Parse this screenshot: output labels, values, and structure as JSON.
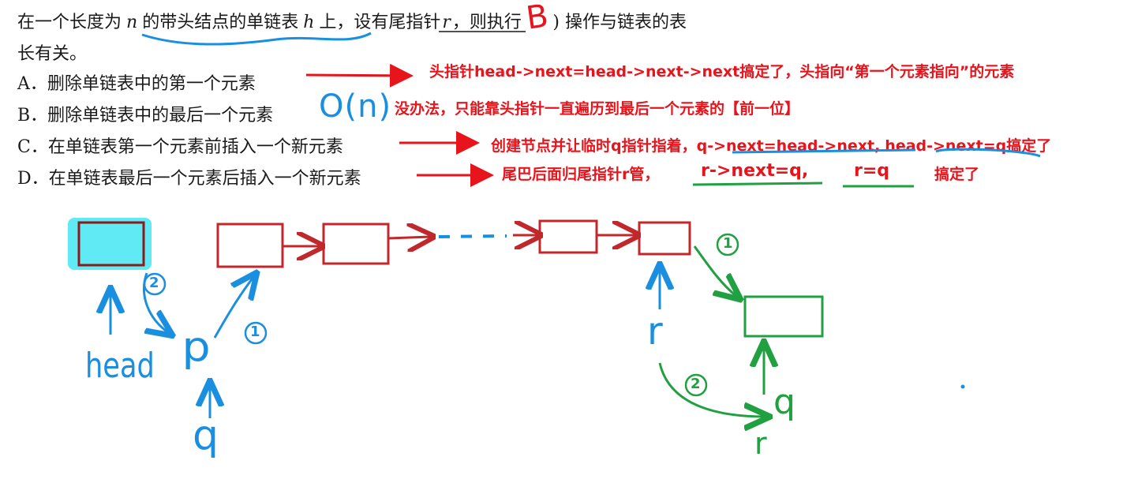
{
  "question": {
    "line1_a": "在一个长度为",
    "var_n": "n",
    "line1_b": "的带头结点的单链表",
    "var_h": "h",
    "line1_c": "上，设有尾指针",
    "var_r": "r",
    "line1_d": "，则执行",
    "answer_mark": "B",
    "line1_e": ") 操作与链表的表",
    "line2": "长有关。",
    "options": [
      {
        "label": "A．删除单链表中的第一个元素"
      },
      {
        "label": "B．删除单链表中的最后一个元素"
      },
      {
        "label": "C．在单链表第一个元素前插入一个新元素"
      },
      {
        "label": "D．在单链表最后一个元素后插入一个新元素"
      }
    ]
  },
  "annotations": {
    "complexity_b": "O(n)",
    "a": "头指针head->next=head->next->next搞定了，头指向“第一个元素指向”的元素",
    "b": "没办法，只能靠头指针一直遍历到最后一个元素的【前一位】",
    "c_prefix": "创建节点并让临时q指针指着，",
    "c_code1": "q->next=head->next,",
    "c_code2": "head->next=q搞定了",
    "d_prefix": "尾巴后面归尾指针r管，",
    "d_code1": "r->next=q,",
    "d_code2": "r=q",
    "d_suffix": "搞定了"
  },
  "diagram": {
    "head_label": "head",
    "p_label": "p",
    "q_label_left": "q",
    "r_label": "r",
    "q_label_right": "q",
    "r_label_bottom": "r",
    "step1_left": "1",
    "step2_left": "2",
    "step1_right": "1",
    "step2_right": "2"
  },
  "colors": {
    "red": "#e8141c",
    "blue": "#1a8fe0",
    "green": "#20a040",
    "node_red": "#c0282c",
    "head_fill": "#4fe8f2"
  }
}
